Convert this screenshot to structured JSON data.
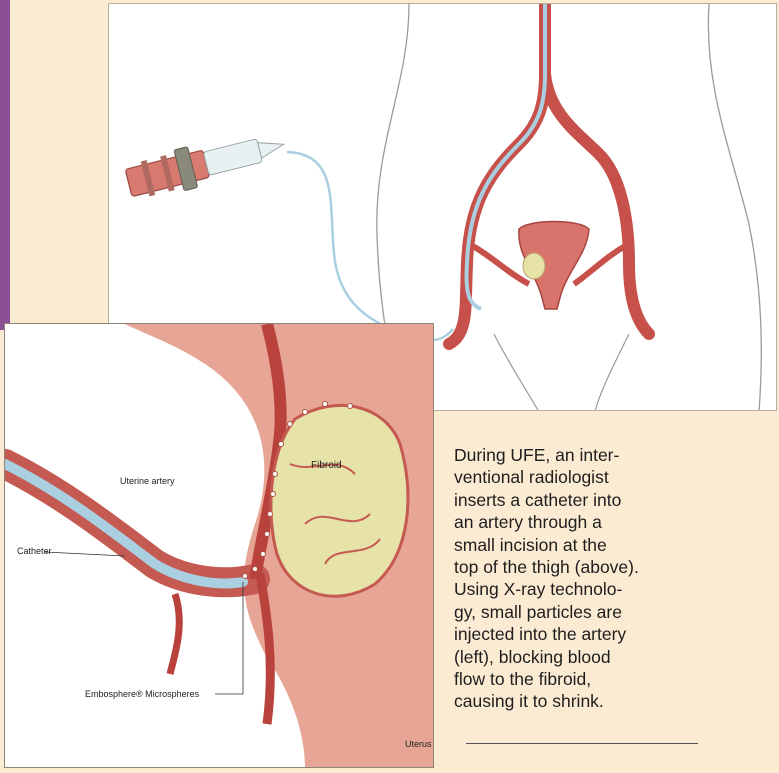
{
  "caption": "During UFE, an interventional radiologist inserts a catheter into an artery through a small incision at the top of the thigh (above). Using X-ray technology, small particles are injected into the artery (left), blocking blood flow to the fibroid, causing it to shrink.",
  "caption_lines": [
    "During UFE, an inter-",
    "ventional radiologist",
    "inserts a catheter into",
    "an artery through a",
    "small incision at the",
    "top of the thigh (above).",
    "Using X-ray technolo-",
    "gy, small particles are",
    "injected into the artery",
    "(left), blocking blood",
    "flow to the fibroid,",
    "causing it to shrink."
  ],
  "labels": {
    "uterine_artery": "Uterine artery",
    "fibroid": "Fibroid",
    "catheter": "Catheter",
    "microspheres": "Embosphere® Microspheres",
    "uterus": "Uterus"
  },
  "colors": {
    "background": "#fcebd3",
    "accent_bar": "#8a4f95",
    "artery": "#c8504a",
    "fibroid": "#e6e2a8",
    "catheter": "#a9cfe0"
  }
}
